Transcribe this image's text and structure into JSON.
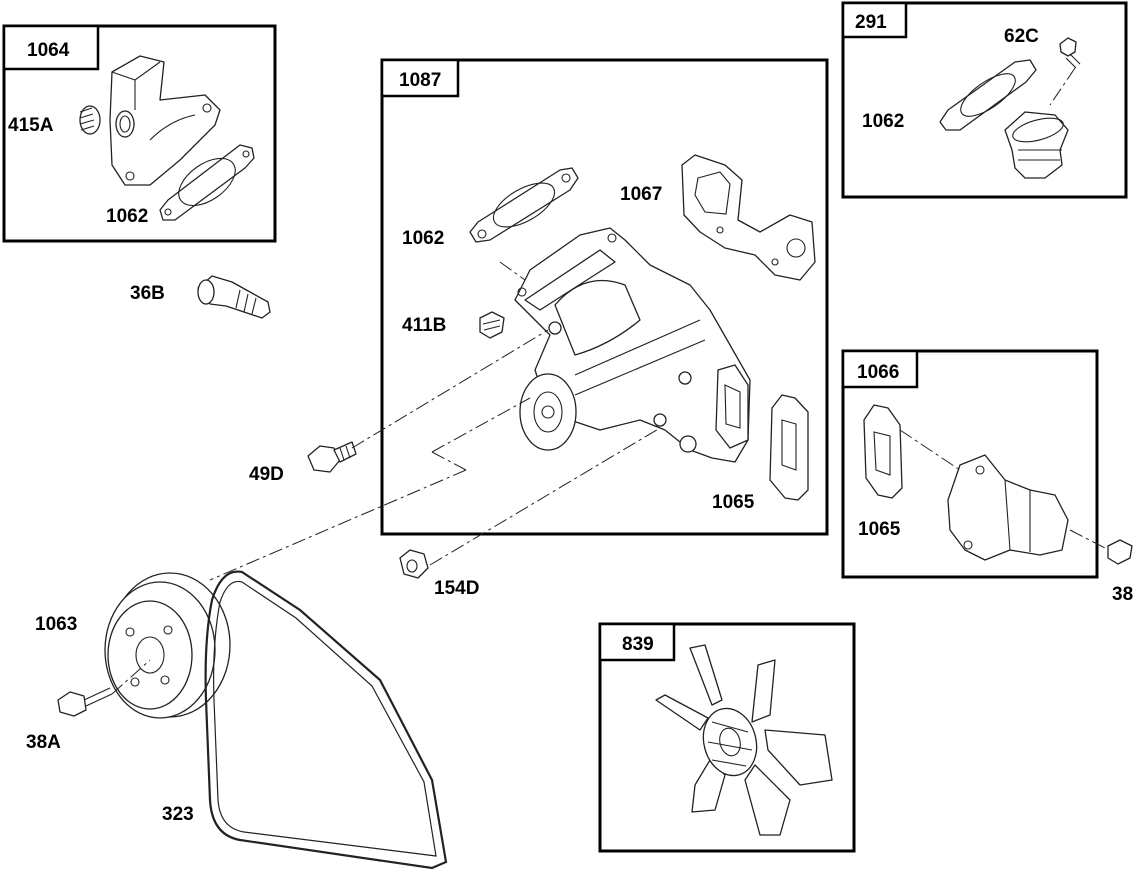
{
  "boxes": {
    "b1064": "1064",
    "b1087": "1087",
    "b291": "291",
    "b1066": "1066",
    "b839": "839"
  },
  "labels": {
    "p415A": "415A",
    "p1062_a": "1062",
    "p36B": "36B",
    "p1062_b": "1062",
    "p1067": "1067",
    "p411B": "411B",
    "p1065_a": "1065",
    "p62C": "62C",
    "p1062_c": "1062",
    "p1065_b": "1065",
    "p38": "38",
    "p49D": "49D",
    "p154D": "154D",
    "p1063": "1063",
    "p38A": "38A",
    "p323": "323"
  }
}
